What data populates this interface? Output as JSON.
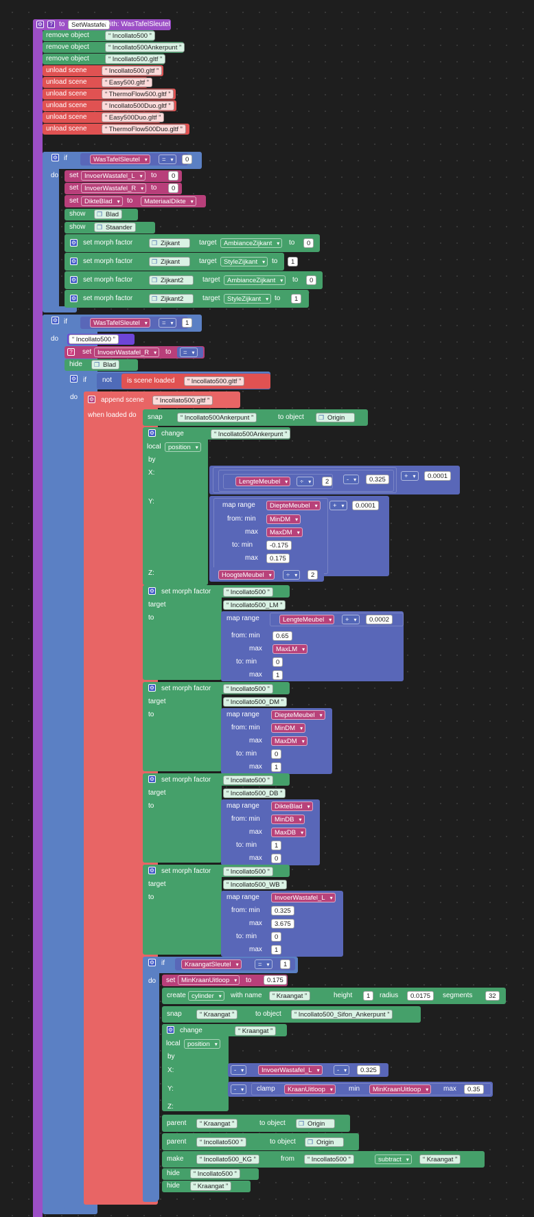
{
  "fn": {
    "to": "to",
    "name": "SetWastafel",
    "with": "with: WasTafelSleutel"
  },
  "s": {
    "remove_object": "remove object",
    "unload_scene": "unload scene",
    "if": "if",
    "do": "do",
    "set": "set",
    "to": "to",
    "show": "show",
    "hide": "hide",
    "set_morph_factor": "set morph factor",
    "target": "target",
    "not": "not",
    "is_scene_loaded": "is scene loaded",
    "append_scene": "append scene",
    "when_loaded_do": "when loaded do",
    "snap": "snap",
    "to_object": "to object",
    "change": "change",
    "by": "by",
    "x": "X:",
    "y": "Y:",
    "z": "Z:",
    "map_range": "map range",
    "from_min": "from: min",
    "max": "max",
    "to_min": "to: min",
    "clamp": "clamp",
    "min": "min",
    "create": "create",
    "with_name": "with name",
    "height": "height",
    "radius": "radius",
    "segments": "segments",
    "parent": "parent",
    "make": "make",
    "from": "from"
  },
  "str": {
    "incollato500": "Incollato500",
    "anker": "Incollato500Ankerpunt",
    "gltf": "Incollato500.gltf",
    "easy": "Easy500.gltf",
    "thermo": "ThermoFlow500.gltf",
    "incduo": "Incollato500Duo.gltf",
    "easyduo": "Easy500Duo.gltf",
    "thermoduo": "ThermoFlow500Duo.gltf",
    "lm": "Incollato500_LM",
    "dm": "Incollato500_DM",
    "db": "Incollato500_DB",
    "wb": "Incollato500_WB",
    "kraangat": "Kraangat",
    "sifon": "Incollato500_Sifon_Ankerpunt",
    "kg": "Incollato500_KG"
  },
  "obj": {
    "blad": "Blad",
    "staander": "Staander",
    "zijkant": "Zijkant",
    "zijkant2": "Zijkant2",
    "origin": "Origin"
  },
  "vars": {
    "wastafelsleutel": "WasTafelSleutel",
    "invoerL": "InvoerWastafel_L",
    "invoerR": "InvoerWastafel_R",
    "diktebl": "DikteBlad",
    "materiaal": "MateriaalDikte",
    "lengte": "LengteMeubel",
    "diepte": "DiepteMeubel",
    "mindm": "MinDM",
    "maxdm": "MaxDM",
    "hoogte": "HoogteMeubel",
    "maxlm": "MaxLM",
    "mindb": "MinDB",
    "maxdb": "MaxDB",
    "kraangatsleutel": "KraangatSleutel",
    "minkraan": "MinKraanUitloop",
    "kraanuitloop": "KraanUitloop"
  },
  "dd": {
    "eq": "=",
    "plus": "+",
    "div": "÷",
    "minus": "-",
    "local": "local",
    "position": "position",
    "cylinder": "cylinder",
    "subtract": "subtract",
    "ambiance": "AmbianceZijkant",
    "style": "StyleZijkant"
  },
  "num": {
    "n0": "0",
    "n1": "1",
    "n2": "2",
    "n0325": "0.325",
    "n00001": "0.0001",
    "n00002": "0.0002",
    "nm0175": "-0.175",
    "n0175": "0.175",
    "n065": "0.65",
    "n3675": "3.675",
    "n00175": "0.0175",
    "n32": "32",
    "n035": "0.35"
  },
  "colors": {
    "proc": "#9c4fc6",
    "scene": "#e05252",
    "obj": "#45a06a",
    "ctrl": "#5b80c4",
    "math": "#5967b8",
    "var": "#b83f7a",
    "append": "#e86565"
  }
}
